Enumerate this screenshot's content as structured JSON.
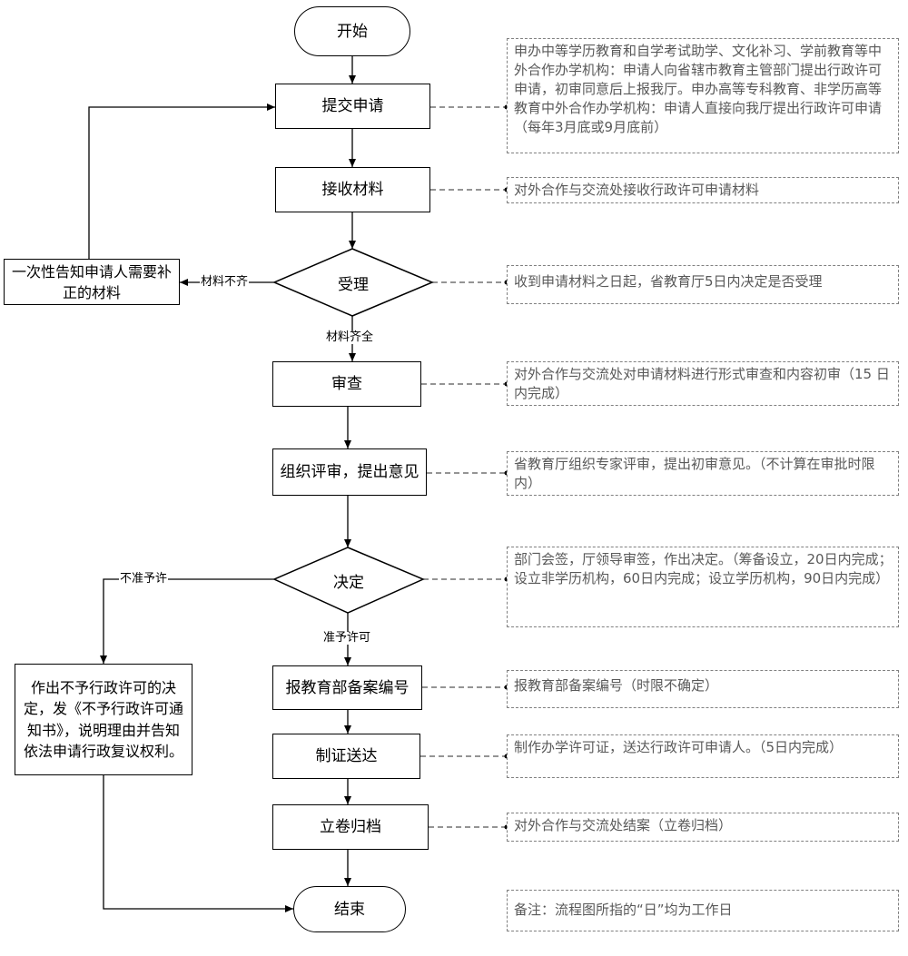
{
  "nodes": {
    "start": "开始",
    "submit": "提交申请",
    "receive": "接收材料",
    "accept": "受理",
    "review": "审查",
    "organize": "组织评审，提出意见",
    "decide": "决定",
    "register": "报教育部备案编号",
    "certificate": "制证送达",
    "archive": "立卷归档",
    "end": "结束"
  },
  "left_boxes": {
    "notify_supplement": "一次性告知申请人需要补正的材料",
    "reject_notice": "作出不予行政许可的决定，发《不予行政许可通知书》，说明理由并告知依法申请行政复议权利。"
  },
  "edge_labels": {
    "incomplete": "材料不齐",
    "complete": "材料齐全",
    "not_permitted": "不准予许",
    "permitted": "准予许可"
  },
  "notes": {
    "submit": "申办中等学历教育和自学考试助学、文化补习、学前教育等中外合作办学机构：申请人向省辖市教育主管部门提出行政许可申请，初审同意后上报我厅。申办高等专科教育、非学历高等教育中外合作办学机构：申请人直接向我厅提出行政许可申请（每年3月底或9月底前）",
    "receive": "对外合作与交流处接收行政许可申请材料",
    "accept": "收到申请材料之日起，省教育厅5日内决定是否受理",
    "review": "对外合作与交流处对申请材料进行形式审查和内容初审（15 日内完成）",
    "organize": "省教育厅组织专家评审，提出初审意见。（不计算在审批时限内）",
    "decide": "部门会签，厅领导审签，作出决定。（筹备设立，20日内完成；设立非学历机构，60日内完成；设立学历机构，90日内完成）",
    "register": "报教育部备案编号（时限不确定）",
    "certificate": "制作办学许可证，送达行政许可申请人。（5日内完成）",
    "archive": "对外合作与交流处结案（立卷归档）",
    "remark": "备注：流程图所指的“日”均为工作日"
  }
}
